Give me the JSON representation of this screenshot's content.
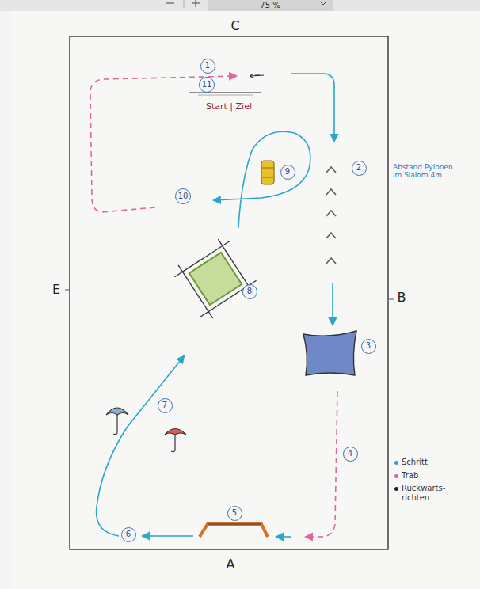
{
  "diagram": {
    "nodes": [
      {
        "text": [
          "1"
        ]
      },
      {
        "text": [
          "11"
        ]
      },
      {
        "text": [
          "2"
        ]
      },
      {
        "text": [
          "9"
        ]
      },
      {
        "text": [
          "10"
        ]
      },
      {
        "text": [
          "8"
        ]
      },
      {
        "text": [
          "3"
        ]
      },
      {
        "text": [
          "7"
        ]
      },
      {
        "text": [
          "4"
        ]
      },
      {
        "text": [
          "5"
        ]
      },
      {
        "text": [
          "6"
        ]
      }
    ],
    "labels": [
      "75 %",
      "C",
      "E",
      "B",
      "A",
      "Start | Ziel",
      "Abstand Pylonen im Slalom 4m"
    ],
    "legend": [
      {
        "text": "Schritt",
        "color": "#2aa6c8"
      },
      {
        "text": "Trab",
        "color": "#e0669e"
      },
      {
        "text": "Rückwärts- richten",
        "color": "#222222"
      }
    ]
  }
}
